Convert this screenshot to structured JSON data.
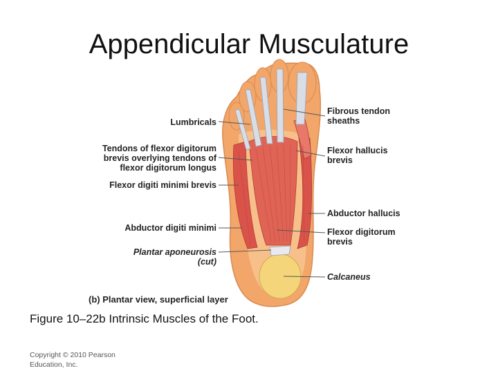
{
  "slide": {
    "title": "Appendicular Musculature",
    "caption": "Figure 10–22b Intrinsic Muscles of the Foot.",
    "copyright": "Copyright © 2010 Pearson Education, Inc."
  },
  "figure": {
    "view_label": "(b) Plantar view, superficial layer",
    "left_labels": {
      "lumbricals": "Lumbricals",
      "tendons_line1": "Tendons of flexor digitorum",
      "tendons_line2": "brevis overlying tendons of",
      "tendons_line3": "flexor digitorum longus",
      "fdmb": "Flexor digiti minimi brevis",
      "adm": "Abductor digiti minimi",
      "plantar_line1": "Plantar aponeurosis",
      "plantar_line2": "(cut)"
    },
    "right_labels": {
      "fibrous_line1": "Fibrous tendon",
      "fibrous_line2": "sheaths",
      "fhb_line1": "Flexor hallucis",
      "fhb_line2": "brevis",
      "abh": "Abductor hallucis",
      "fdb_line1": "Flexor digitorum",
      "fdb_line2": "brevis",
      "calcaneus": "Calcaneus"
    },
    "colors": {
      "skin": "#f2a66a",
      "skin_inner": "#f7c08a",
      "muscle": "#d9534a",
      "muscle_light": "#e8786a",
      "tendon": "#d8dde6",
      "fat": "#f4d57a"
    }
  }
}
